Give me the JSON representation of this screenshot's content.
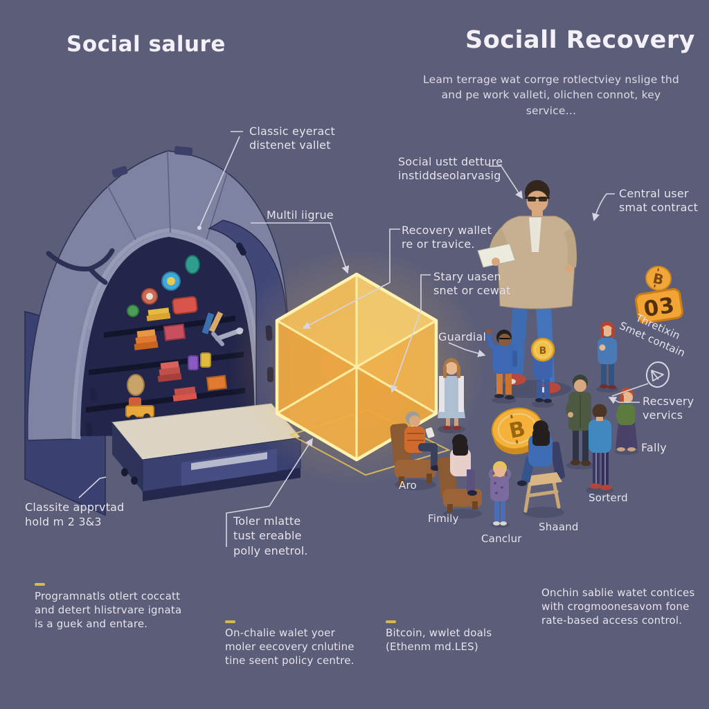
{
  "titles": {
    "left": "Social salure",
    "right": "Sociall Recovery",
    "right_sub1": "Leam terrage wat corrge rotlectviey nslige thd",
    "right_sub2": "and pe work valleti, olichen connot, key service…"
  },
  "callouts": {
    "classic_vault": {
      "line1": "Classic eyeract",
      "line2": "distenet vallet"
    },
    "multisig": {
      "line1": "Multil iigrue"
    },
    "social_detture": {
      "line1": "Social ustt detture",
      "line2": "instiddseolarvasig"
    },
    "recovery_wallet": {
      "line1": "Recovery wallet",
      "line2": "re or travice."
    },
    "stary_uasen": {
      "line1": "Stary uasen",
      "line2": "snet or cewat"
    },
    "guardial": {
      "line1": "Guardial"
    },
    "central_user": {
      "line1": "Central user",
      "line2": "smat contract"
    },
    "thretixin": {
      "line1": "Thretixin",
      "line2": "Smet contain"
    },
    "recovery_services": {
      "line1": "Recsvery",
      "line2": "vervics"
    },
    "fally": {
      "line1": "Fally"
    }
  },
  "person_labels": {
    "aro": "Aro",
    "fimily": "Fimily",
    "canclur": "Canclur",
    "shaand": "Shaand",
    "sorterd": "Sorterd"
  },
  "badge": {
    "number": "03"
  },
  "bitcoin_glyph": "B",
  "bottom_notes": {
    "classite": {
      "line1": "Classite apprvtad",
      "line2": "hold m 2 3&3"
    },
    "programmable": {
      "line1": "Programnatls otlert coccatt",
      "line2": "and detert hlistrvare ignata",
      "line3": "is a guek and entare."
    },
    "toler": {
      "line1": "Toler mlatte",
      "line2": "tust ereable",
      "line3": "polly enetrol."
    },
    "onchalie": {
      "line1": "On-chalie walet yoer",
      "line2": "moler eecovery cnlutine",
      "line3": "tine seent policy centre."
    },
    "bitcoin_wallets": {
      "line1": "Bitcoin, wwlet doals",
      "line2": "(Ethenm md.LES)"
    },
    "onchain_access": {
      "line1": "Onchin sablie watet contices",
      "line2": "with crogmoonesavom fone",
      "line3": "rate-based access control."
    }
  },
  "colors": {
    "background": "#5c5e79",
    "text": "#e9e6f1",
    "accent_yellow": "#dcb94d",
    "cube_edge": "#fff3b2",
    "cube_fill": "#f2ae45",
    "coin_gold": "#f5b13a",
    "badge_orange": "#f2a435",
    "vault_navy": "#3a4070",
    "vault_gray": "#7f83a2"
  }
}
